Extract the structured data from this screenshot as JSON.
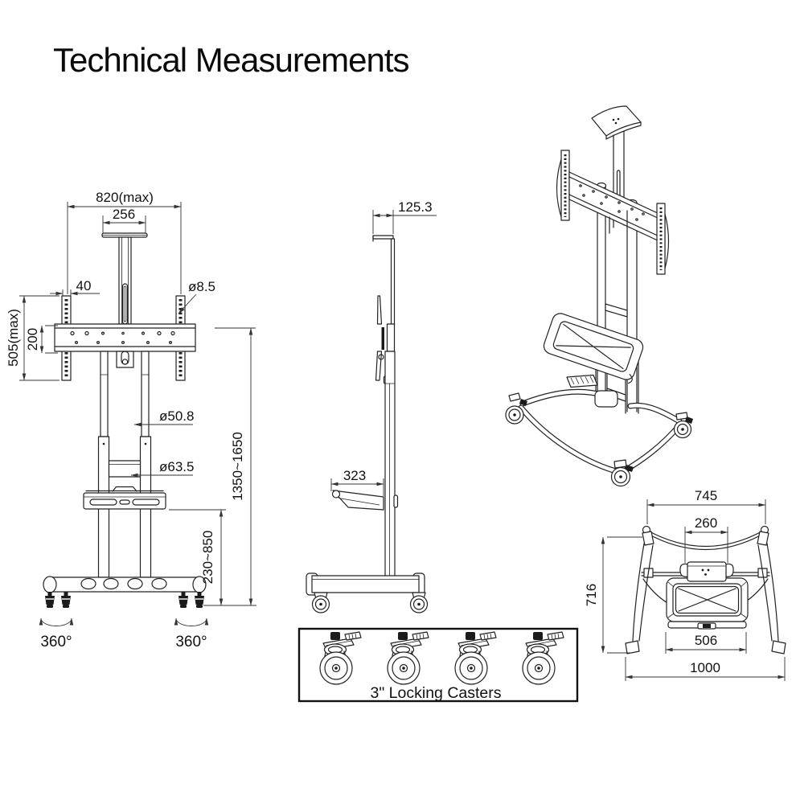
{
  "title": "Technical Measurements",
  "front_view": {
    "dim_width_max": "820(max)",
    "dim_mount_bracket_width": "256",
    "dim_rail_width": "40",
    "dim_hole_diameter": "ø8.5",
    "dim_bracket_height_max": "505(max)",
    "dim_vesa_spacing": "200",
    "dim_upper_column_diameter": "ø50.8",
    "dim_lower_column_diameter": "ø63.5",
    "dim_overall_height_range": "1350~1650",
    "dim_shelf_height_range": "230~850",
    "caster_swivel_left": "360°",
    "caster_swivel_right": "360°"
  },
  "side_view": {
    "dim_top_depth": "125.3",
    "dim_shelf_depth": "323"
  },
  "top_view": {
    "dim_front_caster_span": "745",
    "dim_mount_width": "260",
    "dim_base_depth": "716",
    "dim_shelf_width": "506",
    "dim_base_width": "1000"
  },
  "caster_detail": {
    "label": "3\" Locking Casters"
  }
}
